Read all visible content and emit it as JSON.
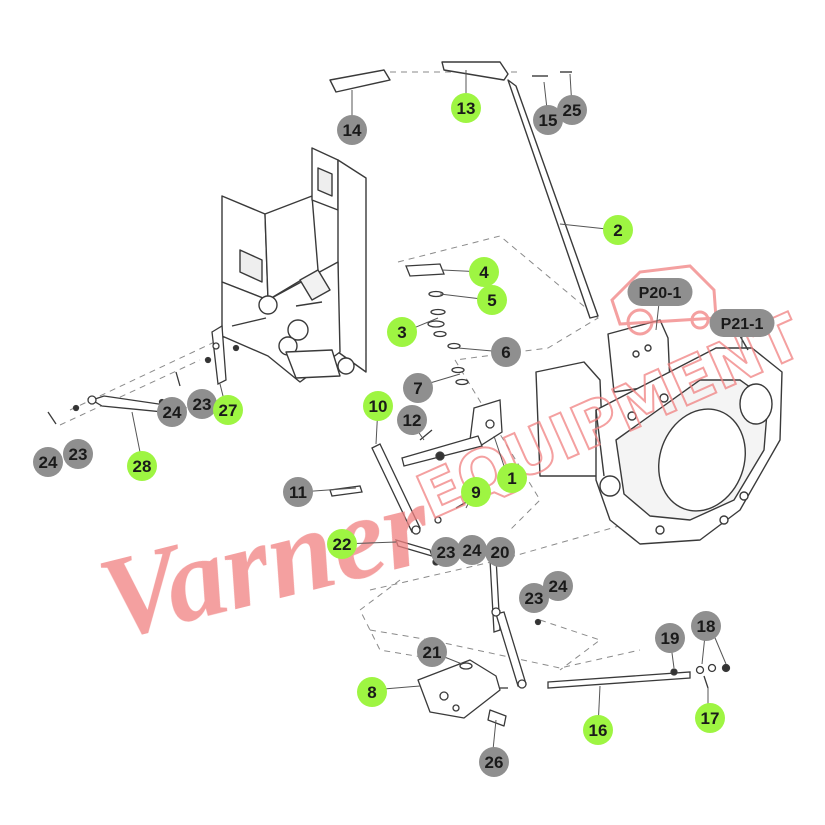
{
  "diagram": {
    "callout_colors": {
      "highlighted": "#9ef542",
      "standard": "#8f8f8f",
      "text": "#1a1a1a"
    },
    "watermark": {
      "script_text": "Varner",
      "block_text": "EQUIPMENT",
      "color": "#f08080"
    },
    "callouts": [
      {
        "label": "13",
        "highlight": true
      },
      {
        "label": "14",
        "highlight": false
      },
      {
        "label": "15",
        "highlight": false
      },
      {
        "label": "25",
        "highlight": false
      },
      {
        "label": "2",
        "highlight": true
      },
      {
        "label": "P20-1",
        "highlight": false
      },
      {
        "label": "P21-1",
        "highlight": false
      },
      {
        "label": "4",
        "highlight": true
      },
      {
        "label": "5",
        "highlight": true
      },
      {
        "label": "3",
        "highlight": true
      },
      {
        "label": "6",
        "highlight": false
      },
      {
        "label": "7",
        "highlight": false
      },
      {
        "label": "10",
        "highlight": true
      },
      {
        "label": "12",
        "highlight": false
      },
      {
        "label": "1",
        "highlight": true
      },
      {
        "label": "11",
        "highlight": false
      },
      {
        "label": "9",
        "highlight": true
      },
      {
        "label": "22",
        "highlight": true
      },
      {
        "label": "23",
        "highlight": false
      },
      {
        "label": "24",
        "highlight": false
      },
      {
        "label": "20",
        "highlight": false
      },
      {
        "label": "23",
        "highlight": false
      },
      {
        "label": "24",
        "highlight": false
      },
      {
        "label": "24",
        "highlight": false
      },
      {
        "label": "23",
        "highlight": false
      },
      {
        "label": "27",
        "highlight": true
      },
      {
        "label": "24",
        "highlight": false
      },
      {
        "label": "23",
        "highlight": false
      },
      {
        "label": "28",
        "highlight": true
      },
      {
        "label": "21",
        "highlight": false
      },
      {
        "label": "8",
        "highlight": true
      },
      {
        "label": "26",
        "highlight": false
      },
      {
        "label": "16",
        "highlight": true
      },
      {
        "label": "19",
        "highlight": false
      },
      {
        "label": "18",
        "highlight": false
      },
      {
        "label": "17",
        "highlight": true
      }
    ]
  }
}
